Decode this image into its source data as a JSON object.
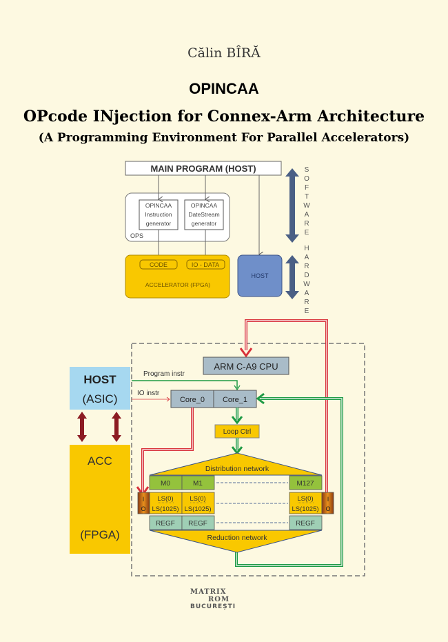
{
  "cover": {
    "author": "Călin BÎRĂ",
    "title": "OPINCAA",
    "subtitle": "OPcode INjection for Connex-Arm Architecture",
    "tagline": "(A Programming Environment For Parallel Accelerators)"
  },
  "diagram1": {
    "main_program": "MAIN PROGRAM (HOST)",
    "ops_label": "OPS",
    "instr_gen": [
      "OPINCAA",
      "Instruction",
      "generator"
    ],
    "data_gen": [
      "OPINCAA",
      "DateStream",
      "generator"
    ],
    "code": "CODE",
    "io_data": "IO - DATA",
    "accelerator": "ACCELERATOR (FPGA)",
    "host": "HOST",
    "software_letters": [
      "S",
      "O",
      "F",
      "T",
      "W",
      "A",
      "R",
      "E"
    ],
    "hardware_letters": [
      "H",
      "A",
      "R",
      "D",
      "W",
      "A",
      "R",
      "E"
    ]
  },
  "diagram2": {
    "host_title": "HOST",
    "host_sub": "(ASIC)",
    "acc_title": "ACC",
    "acc_sub": "(FPGA)",
    "arm_cpu": "ARM C-A9 CPU",
    "program_instr": "Program instr",
    "io_instr": "IO instr",
    "core0": "Core_0",
    "core1": "Core_1",
    "loop_ctrl": "Loop Ctrl",
    "distribution": "Distribution network",
    "reduction": "Reduction network",
    "m0": "M0",
    "m1": "M1",
    "m127": "M127",
    "ls_top": "LS(0)",
    "ls_bottom": "LS(1025)",
    "regf": "REGF",
    "io_i": "I",
    "io_o": "O"
  },
  "publisher": {
    "line1": "MATRIX",
    "line2": "ROM",
    "line3": "BUCUREȘTI"
  },
  "colors": {
    "background": "#fdf9e1",
    "accent_yellow": "#f9c800",
    "host_blue": "#6f8fc9",
    "arrow_blue": "#4a5f85",
    "gray_box": "#a9bcc8",
    "green": "#1e9a44",
    "red": "#d8323a",
    "light_blue": "#a6d8f0",
    "module_green": "#94c23c",
    "regf_teal": "#9fcfb5"
  }
}
